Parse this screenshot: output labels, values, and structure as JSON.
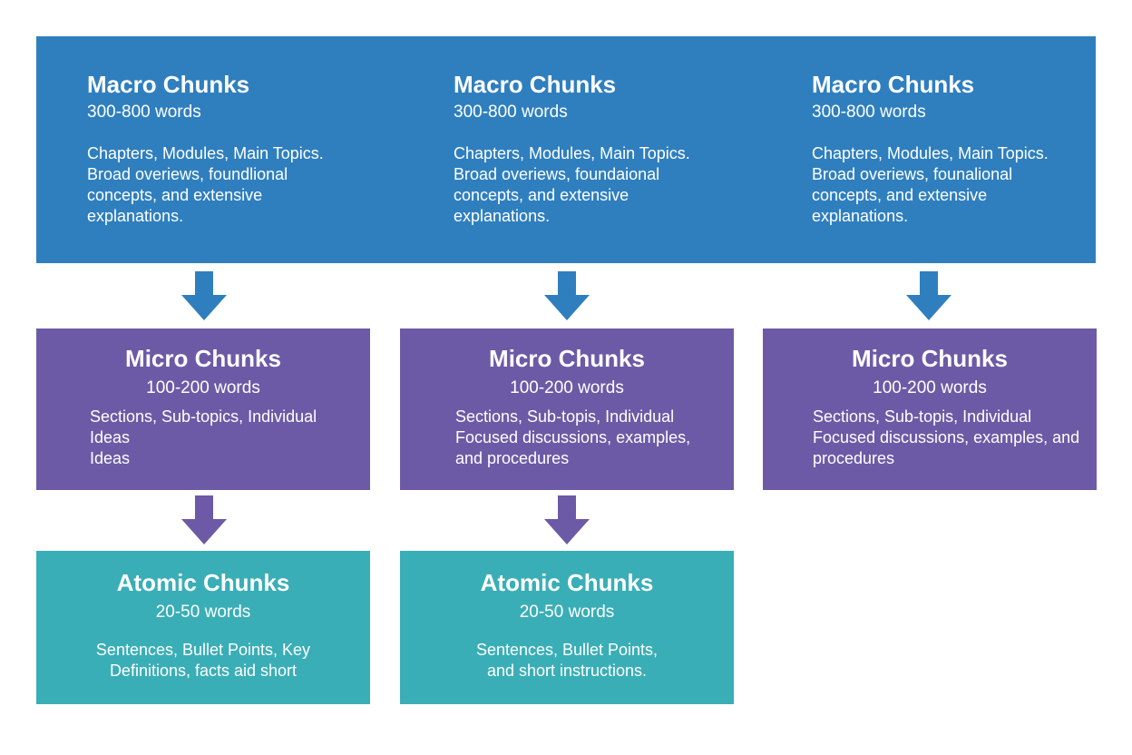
{
  "colors": {
    "macro": "#2f7fbf",
    "micro": "#6d5aa6",
    "atomic": "#3aaeb6",
    "arrow_blue": "#2f7fbf",
    "arrow_purple": "#6d5aa6"
  },
  "macro": [
    {
      "title": "Macro Chunks",
      "words": "300-800 words",
      "desc": [
        "Chapters, Modules, Main Topics.",
        "Broad overiews, foundlional",
        "concepts, and extensive",
        "explanations."
      ]
    },
    {
      "title": "Macro Chunks",
      "words": "300-800 words",
      "desc": [
        "Chapters, Modules, Main Topics.",
        "Broad overiews, foundaional",
        "concepts, and extensive",
        "explanations."
      ]
    },
    {
      "title": "Macro Chunks",
      "words": "300-800 words",
      "desc": [
        "Chapters, Modules, Main Topics.",
        "Broad overiews, founalional",
        "concepts, and extensive",
        "explanations."
      ]
    }
  ],
  "micro": [
    {
      "title": "Micro Chunks",
      "words": "100-200 words",
      "desc": [
        "Sections, Sub-topics, Individual",
        "Ideas",
        "Ideas"
      ]
    },
    {
      "title": "Micro Chunks",
      "words": "100-200 words",
      "desc": [
        "Sections, Sub-topis, Individual",
        "Focused discussions, examples,",
        "and procedures"
      ]
    },
    {
      "title": "Micro Chunks",
      "words": "100-200 words",
      "desc": [
        "Sections, Sub-topis, Individual",
        "Focused discussions, examples, and",
        "procedures"
      ]
    }
  ],
  "atomic": [
    {
      "title": "Atomic Chunks",
      "words": "20-50 words",
      "desc": [
        "Sentences, Bullet Points, Key",
        "Definitions, facts aid short"
      ]
    },
    {
      "title": "Atomic Chunks",
      "words": "20-50 words",
      "desc": [
        "Sentences, Bullet Points,",
        "and short instructions."
      ]
    }
  ]
}
